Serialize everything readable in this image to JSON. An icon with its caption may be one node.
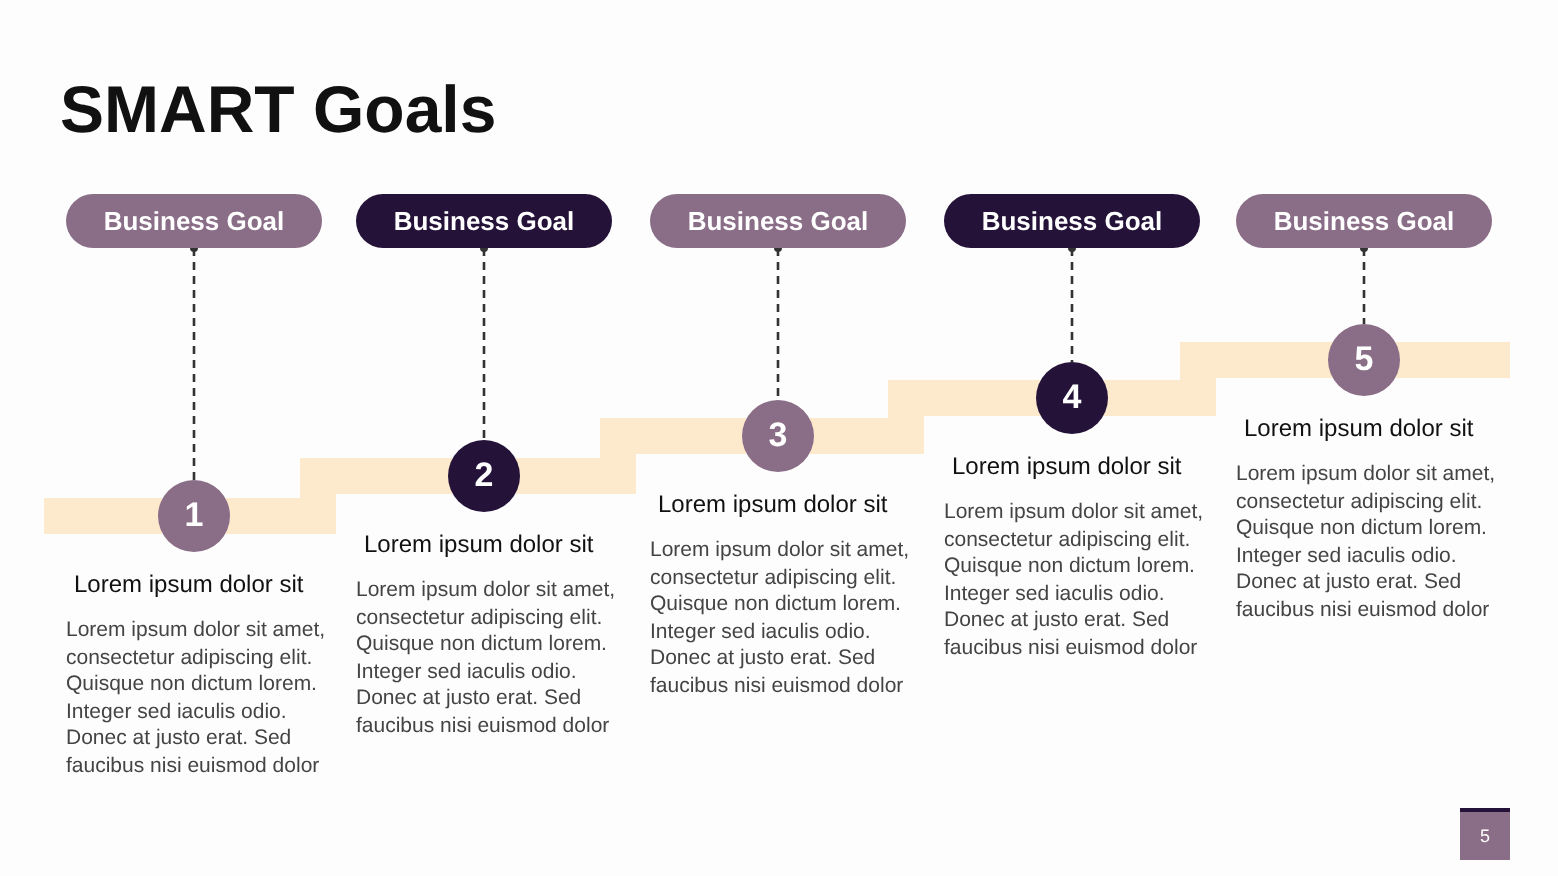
{
  "diagram": {
    "title": "SMART Goals",
    "nodes": [
      {
        "text": [
          "Business Goal"
        ]
      },
      {
        "text": [
          "Business Goal"
        ]
      },
      {
        "text": [
          "Business Goal"
        ]
      },
      {
        "text": [
          "Business Goal"
        ]
      },
      {
        "text": [
          "Business Goal"
        ]
      },
      {
        "text": [
          "1"
        ],
        "beside": [
          "Lorem ipsum dolor sit",
          "Lorem ipsum dolor sit amet, consectetur adipiscing elit. Quisque non dictum lorem. Integer sed iaculis odio. Donec at justo erat. Sed faucibus nisi euismod dolor"
        ]
      },
      {
        "text": [
          "2"
        ],
        "beside": [
          "Lorem ipsum dolor sit",
          "Lorem ipsum dolor sit amet, consectetur adipiscing elit. Quisque non dictum lorem. Integer sed iaculis odio. Donec at justo erat. Sed faucibus nisi euismod dolor"
        ]
      },
      {
        "text": [
          "3"
        ],
        "beside": [
          "Lorem ipsum dolor sit",
          "Lorem ipsum dolor sit amet, consectetur adipiscing elit. Quisque non dictum lorem. Integer sed iaculis odio. Donec at justo erat. Sed faucibus nisi euismod dolor"
        ]
      },
      {
        "text": [
          "4"
        ],
        "beside": [
          "Lorem ipsum dolor sit",
          "Lorem ipsum dolor sit amet, consectetur adipiscing elit. Quisque non dictum lorem. Integer sed iaculis odio. Donec at justo erat. Sed faucibus nisi euismod dolor"
        ]
      },
      {
        "text": [
          "5"
        ],
        "beside": [
          "Lorem ipsum dolor sit",
          "Lorem ipsum dolor sit amet, consectetur adipiscing elit. Quisque non dictum lorem. Integer sed iaculis odio. Donec at justo erat. Sed faucibus nisi euismod dolor"
        ]
      },
      {
        "text": [
          "5"
        ]
      }
    ],
    "edges": [
      {
        "from": 0,
        "to": 5,
        "arrow": "other",
        "style": "dashed"
      },
      {
        "from": 1,
        "to": 6,
        "arrow": "other",
        "style": "dashed"
      },
      {
        "from": 2,
        "to": 7,
        "arrow": "other",
        "style": "dashed"
      },
      {
        "from": 3,
        "to": 8,
        "arrow": "other",
        "style": "dashed"
      },
      {
        "from": 4,
        "to": 9,
        "arrow": "other",
        "style": "dashed"
      }
    ]
  }
}
